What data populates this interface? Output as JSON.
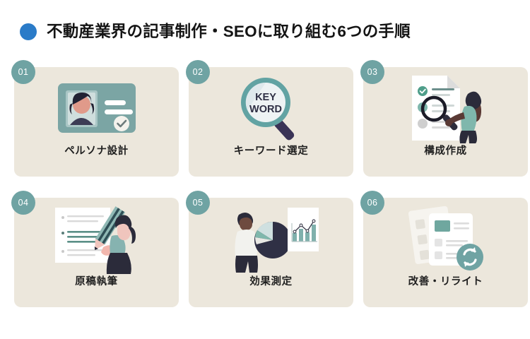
{
  "header": {
    "bullet_icon": "blue-dot-icon",
    "bullet_color": "#2a7bc8",
    "title": "不動産業界の記事制作・SEOに取り組む6つの手順"
  },
  "theme": {
    "page_background": "#ffffff",
    "card_background": "#ece7dc",
    "badge_background": "#6fa3a3",
    "badge_text_color": "#ffffff",
    "accent_teal": "#6fa3a3",
    "accent_navy": "#2f3045",
    "label_color": "#1f1f1f"
  },
  "cards": [
    {
      "number": "01",
      "label": "ペルソナ設計",
      "illustration": "persona-id-card-illustration",
      "illustration_parts": [
        "id-card",
        "portrait-photo",
        "text-lines",
        "check-badge"
      ]
    },
    {
      "number": "02",
      "label": "キーワード選定",
      "illustration": "magnifier-keyword-illustration",
      "lens_text_line1": "KEY",
      "lens_text_line2": "WORD",
      "illustration_parts": [
        "magnifier-ring",
        "lens",
        "handle"
      ]
    },
    {
      "number": "03",
      "label": "構成作成",
      "illustration": "outline-document-review-illustration",
      "illustration_parts": [
        "document",
        "check-mark",
        "magnifier",
        "person"
      ]
    },
    {
      "number": "04",
      "label": "原稿執筆",
      "illustration": "writing-manuscript-illustration",
      "illustration_parts": [
        "document",
        "pencil",
        "person"
      ]
    },
    {
      "number": "05",
      "label": "効果測定",
      "illustration": "analytics-measurement-illustration",
      "illustration_parts": [
        "person",
        "pie-chart",
        "bar-line-chart-document"
      ]
    },
    {
      "number": "06",
      "label": "改善・リライト",
      "illustration": "rewrite-refresh-illustration",
      "illustration_parts": [
        "back-document",
        "front-document",
        "refresh-icon"
      ]
    }
  ]
}
